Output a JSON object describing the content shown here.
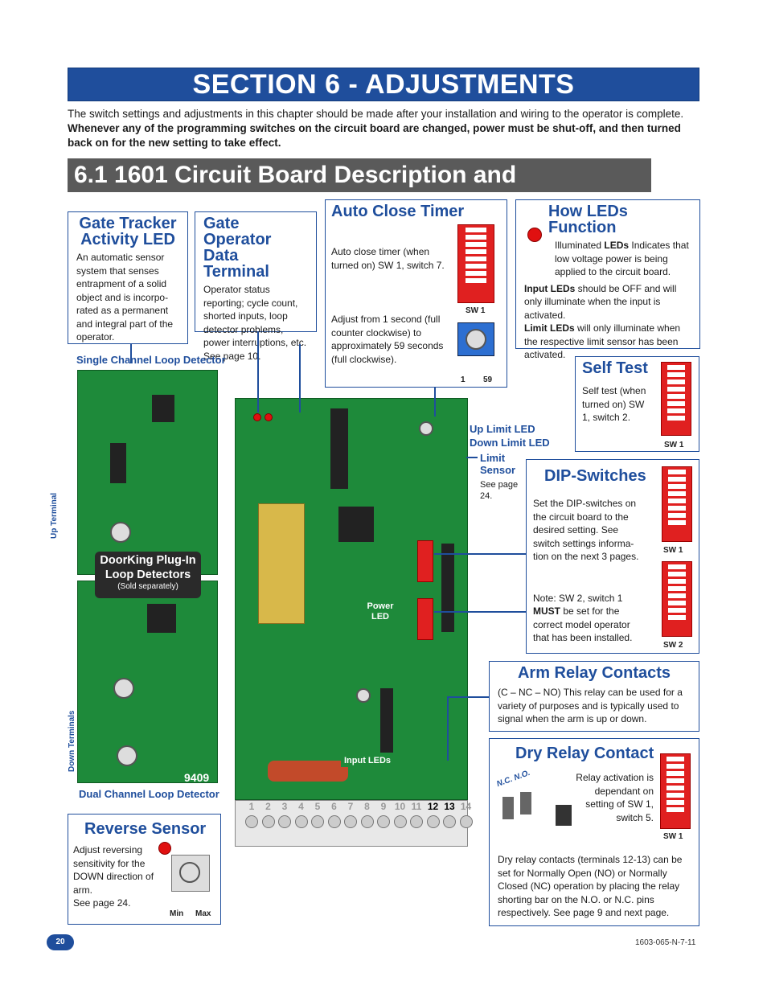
{
  "header": {
    "section_title": "SECTION 6 - ADJUSTMENTS",
    "intro_plain": "The switch settings and adjustments in this chapter should be made after your installation and wiring to the operator is complete.",
    "intro_bold": "Whenever any of the programming switches on the circuit board are changed, power must be shut-off, and then turned back on for the new setting to take effect.",
    "subsection_title": "6.1 1601 Circuit Board Description and Adjustments"
  },
  "boxes": {
    "gate_tracker": {
      "title": "Gate Tracker Activity LED",
      "text": "An automatic sensor system that senses entrapment of a solid object and is incorpo-rated as a permanent and integral part of the operator."
    },
    "data_terminal": {
      "title": "Gate Operator Data Terminal",
      "text": "Operator status reporting; cycle count, shorted inputs, loop detector problems, power interruptions, etc. See page 10."
    },
    "auto_close": {
      "title": "Auto Close Timer",
      "text1": "Auto close timer (when turned on) SW 1, switch 7.",
      "text2": "Adjust from 1 second (full counter clockwise) to approximately 59 seconds (full clockwise).",
      "sw_label": "SW 1",
      "range_min": "1",
      "range_max": "59"
    },
    "leds": {
      "title": "How LEDs Function",
      "p1_pre": "Illuminated ",
      "p1_bold": "LEDs",
      "p1_post": " Indicates that low voltage power is being applied to the circuit board.",
      "p2_bold": "Input LEDs",
      "p2_post": " should be OFF and will only illuminate when the input is activated.",
      "p3_bold": "Limit LEDs",
      "p3_post": " will only illuminate when the respective limit sensor has been activated."
    },
    "self_test": {
      "title": "Self Test",
      "text": "Self test (when turned on) SW 1, switch 2.",
      "sw_label": "SW 1"
    },
    "dip": {
      "title": "DIP-Switches",
      "text": "Set the DIP-switches on the circuit board to the desired setting. See switch settings informa-tion on the next 3 pages.",
      "note_pre": "Note: SW 2, switch 1 ",
      "note_bold": "MUST",
      "note_post": " be set for the correct model operator that has been installed.",
      "sw1_label": "SW 1",
      "sw2_label": "SW 2"
    },
    "arm_relay": {
      "title": "Arm Relay Contacts",
      "text": "(C – NC – NO) This relay can be used for a variety of purposes and is typically used to signal when the arm is up or down."
    },
    "dry_relay": {
      "title": "Dry Relay Contact",
      "text1": "Relay activation is dependant on setting of SW 1, switch 5.",
      "text2": "Dry relay contacts (terminals 12-13) can be set for Normally Open (NO) or Normally Closed (NC) operation by placing the relay shorting bar on the N.O. or N.C. pins respectively. See page 9 and next page.",
      "nc_no": "N.C.  N.O.",
      "sw_label": "SW 1"
    },
    "reverse": {
      "title": "Reverse Sensor",
      "text": "Adjust reversing sensitivity for the DOWN direction of arm.",
      "see": "See page 24.",
      "min": "Min",
      "max": "Max"
    }
  },
  "board_labels": {
    "single_loop": "Single Channel Loop Detector",
    "dual_loop": "Dual Channel Loop Detector",
    "up_terminal": "Up Terminal",
    "down_terminals": "Down Terminals",
    "plugin_title": "DoorKing Plug-In Loop Detectors",
    "plugin_sub": "(Sold separately)",
    "model": "9409",
    "up_limit": "Up Limit LED",
    "down_limit": "Down Limit LED",
    "limit_sensor": "Limit Sensor",
    "see_page": "See page 24.",
    "power_led": "Power LED",
    "input_leds": "Input LEDs",
    "terminals": [
      "1",
      "2",
      "3",
      "4",
      "5",
      "6",
      "7",
      "8",
      "9",
      "10",
      "11",
      "12",
      "13",
      "14"
    ]
  },
  "footer": {
    "page": "20",
    "code": "1603-065-N-7-11"
  },
  "colors": {
    "brand_blue": "#1f4e9c",
    "board_green": "#1e8a3a",
    "dip_red": "#e02020"
  }
}
